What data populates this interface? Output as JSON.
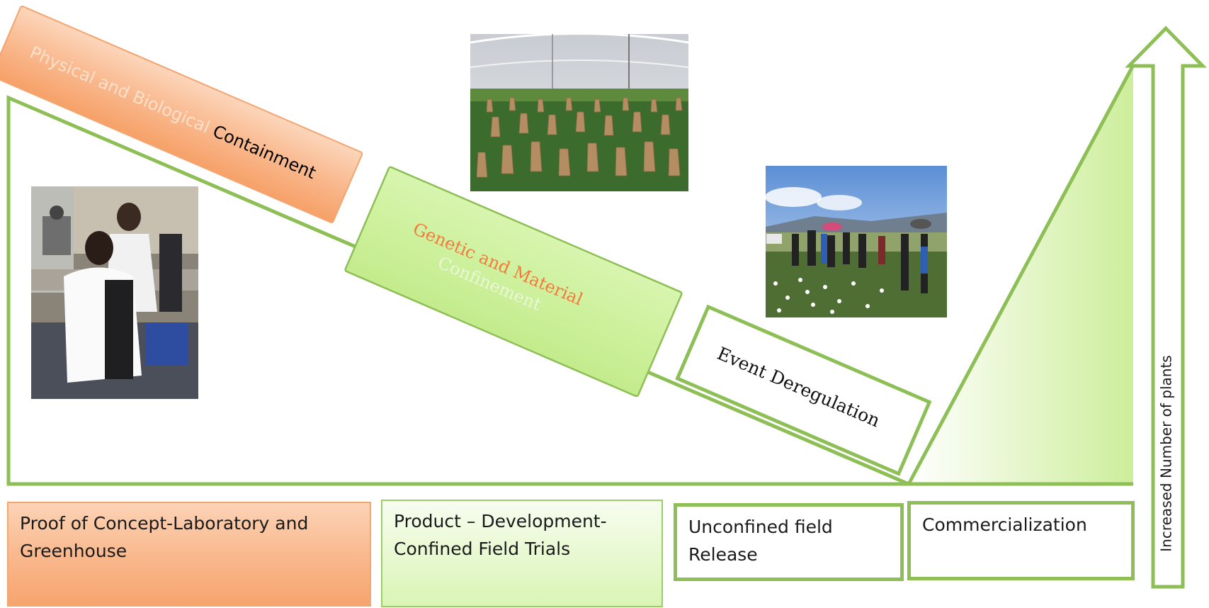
{
  "bands": [
    {
      "parts": [
        {
          "text": "Physical and Biological",
          "color": "#fbe0cb"
        },
        {
          "text": "Containment",
          "color": "#000000"
        }
      ]
    },
    {
      "parts": [
        {
          "text": "Genetic and Material",
          "color": "#f47a3c",
          "newline": true
        },
        {
          "text": "Confinement",
          "color": "#eaf7d8"
        }
      ]
    },
    {
      "parts": [
        {
          "text": "Event Deregulation",
          "color": "#111111"
        }
      ]
    }
  ],
  "stages": [
    {
      "label": "Proof of Concept-Laboratory and Greenhouse"
    },
    {
      "label": "Product – Development-Confined Field Trials"
    },
    {
      "label": "Unconfined field Release"
    },
    {
      "label": "Commercialization"
    }
  ],
  "arrow": {
    "label": "Increased  Number of plants"
  },
  "photos": [
    {
      "name": "lab-researchers-photo",
      "subject": "two researchers in white lab coats at a laboratory bench"
    },
    {
      "name": "maize-bagged-trial-photo",
      "subject": "maize plants with paper bags under shade netting"
    },
    {
      "name": "cotton-field-visit-photo",
      "subject": "group of people standing in a cotton field"
    }
  ],
  "colors": {
    "green_border": "#8dbf56",
    "orange_fill": "#f9b78b",
    "orange_border": "#f3a770",
    "green_fill": "#d9f5b4"
  }
}
